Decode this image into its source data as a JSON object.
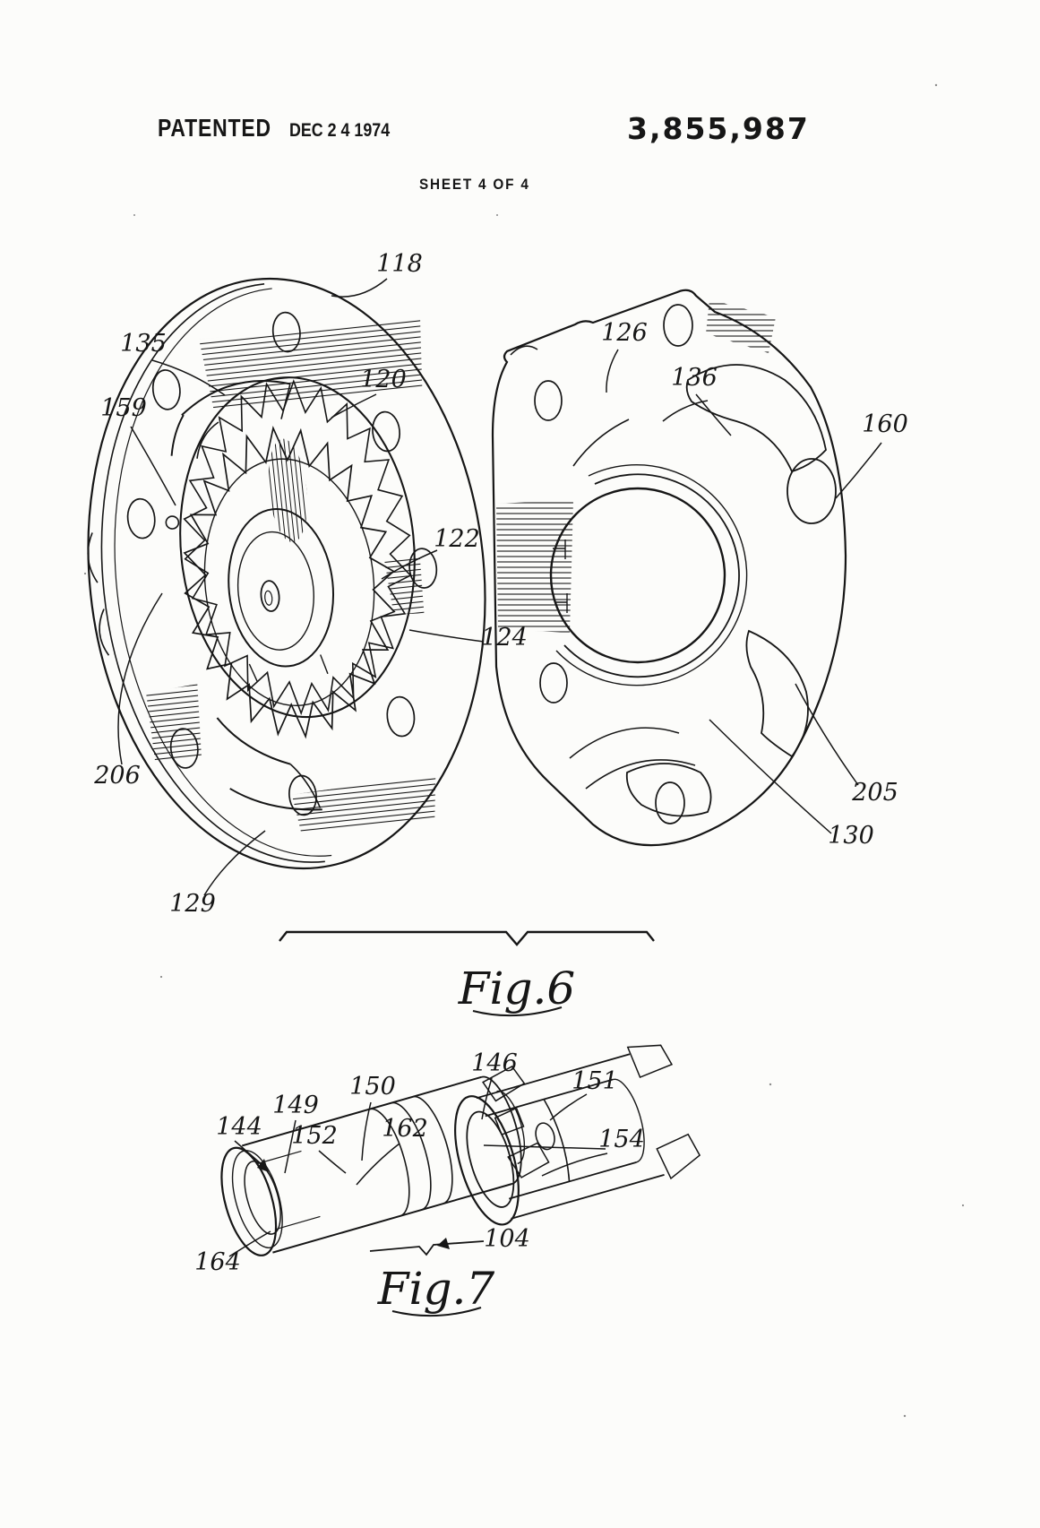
{
  "header": {
    "patented": "PATENTED",
    "date": "DEC 2 4 1974",
    "patent_number": "3,855,987",
    "sheet": "SHEET 4 OF 4"
  },
  "figure6": {
    "caption": "Fig.6",
    "refs": {
      "r118": "118",
      "r135": "135",
      "r159": "159",
      "r120": "120",
      "r126": "126",
      "r136": "136",
      "r160": "160",
      "r122": "122",
      "r124": "124",
      "r206": "206",
      "r205": "205",
      "r130": "130",
      "r129": "129"
    }
  },
  "figure7": {
    "caption": "Fig.7",
    "refs": {
      "r144": "144",
      "r149": "149",
      "r150": "150",
      "r152": "152",
      "r162": "162",
      "r146": "146",
      "r151": "151",
      "r154": "154",
      "r164": "164",
      "r104": "104"
    }
  },
  "colors": {
    "ink": "#161616",
    "paper": "#fcfcfa"
  }
}
